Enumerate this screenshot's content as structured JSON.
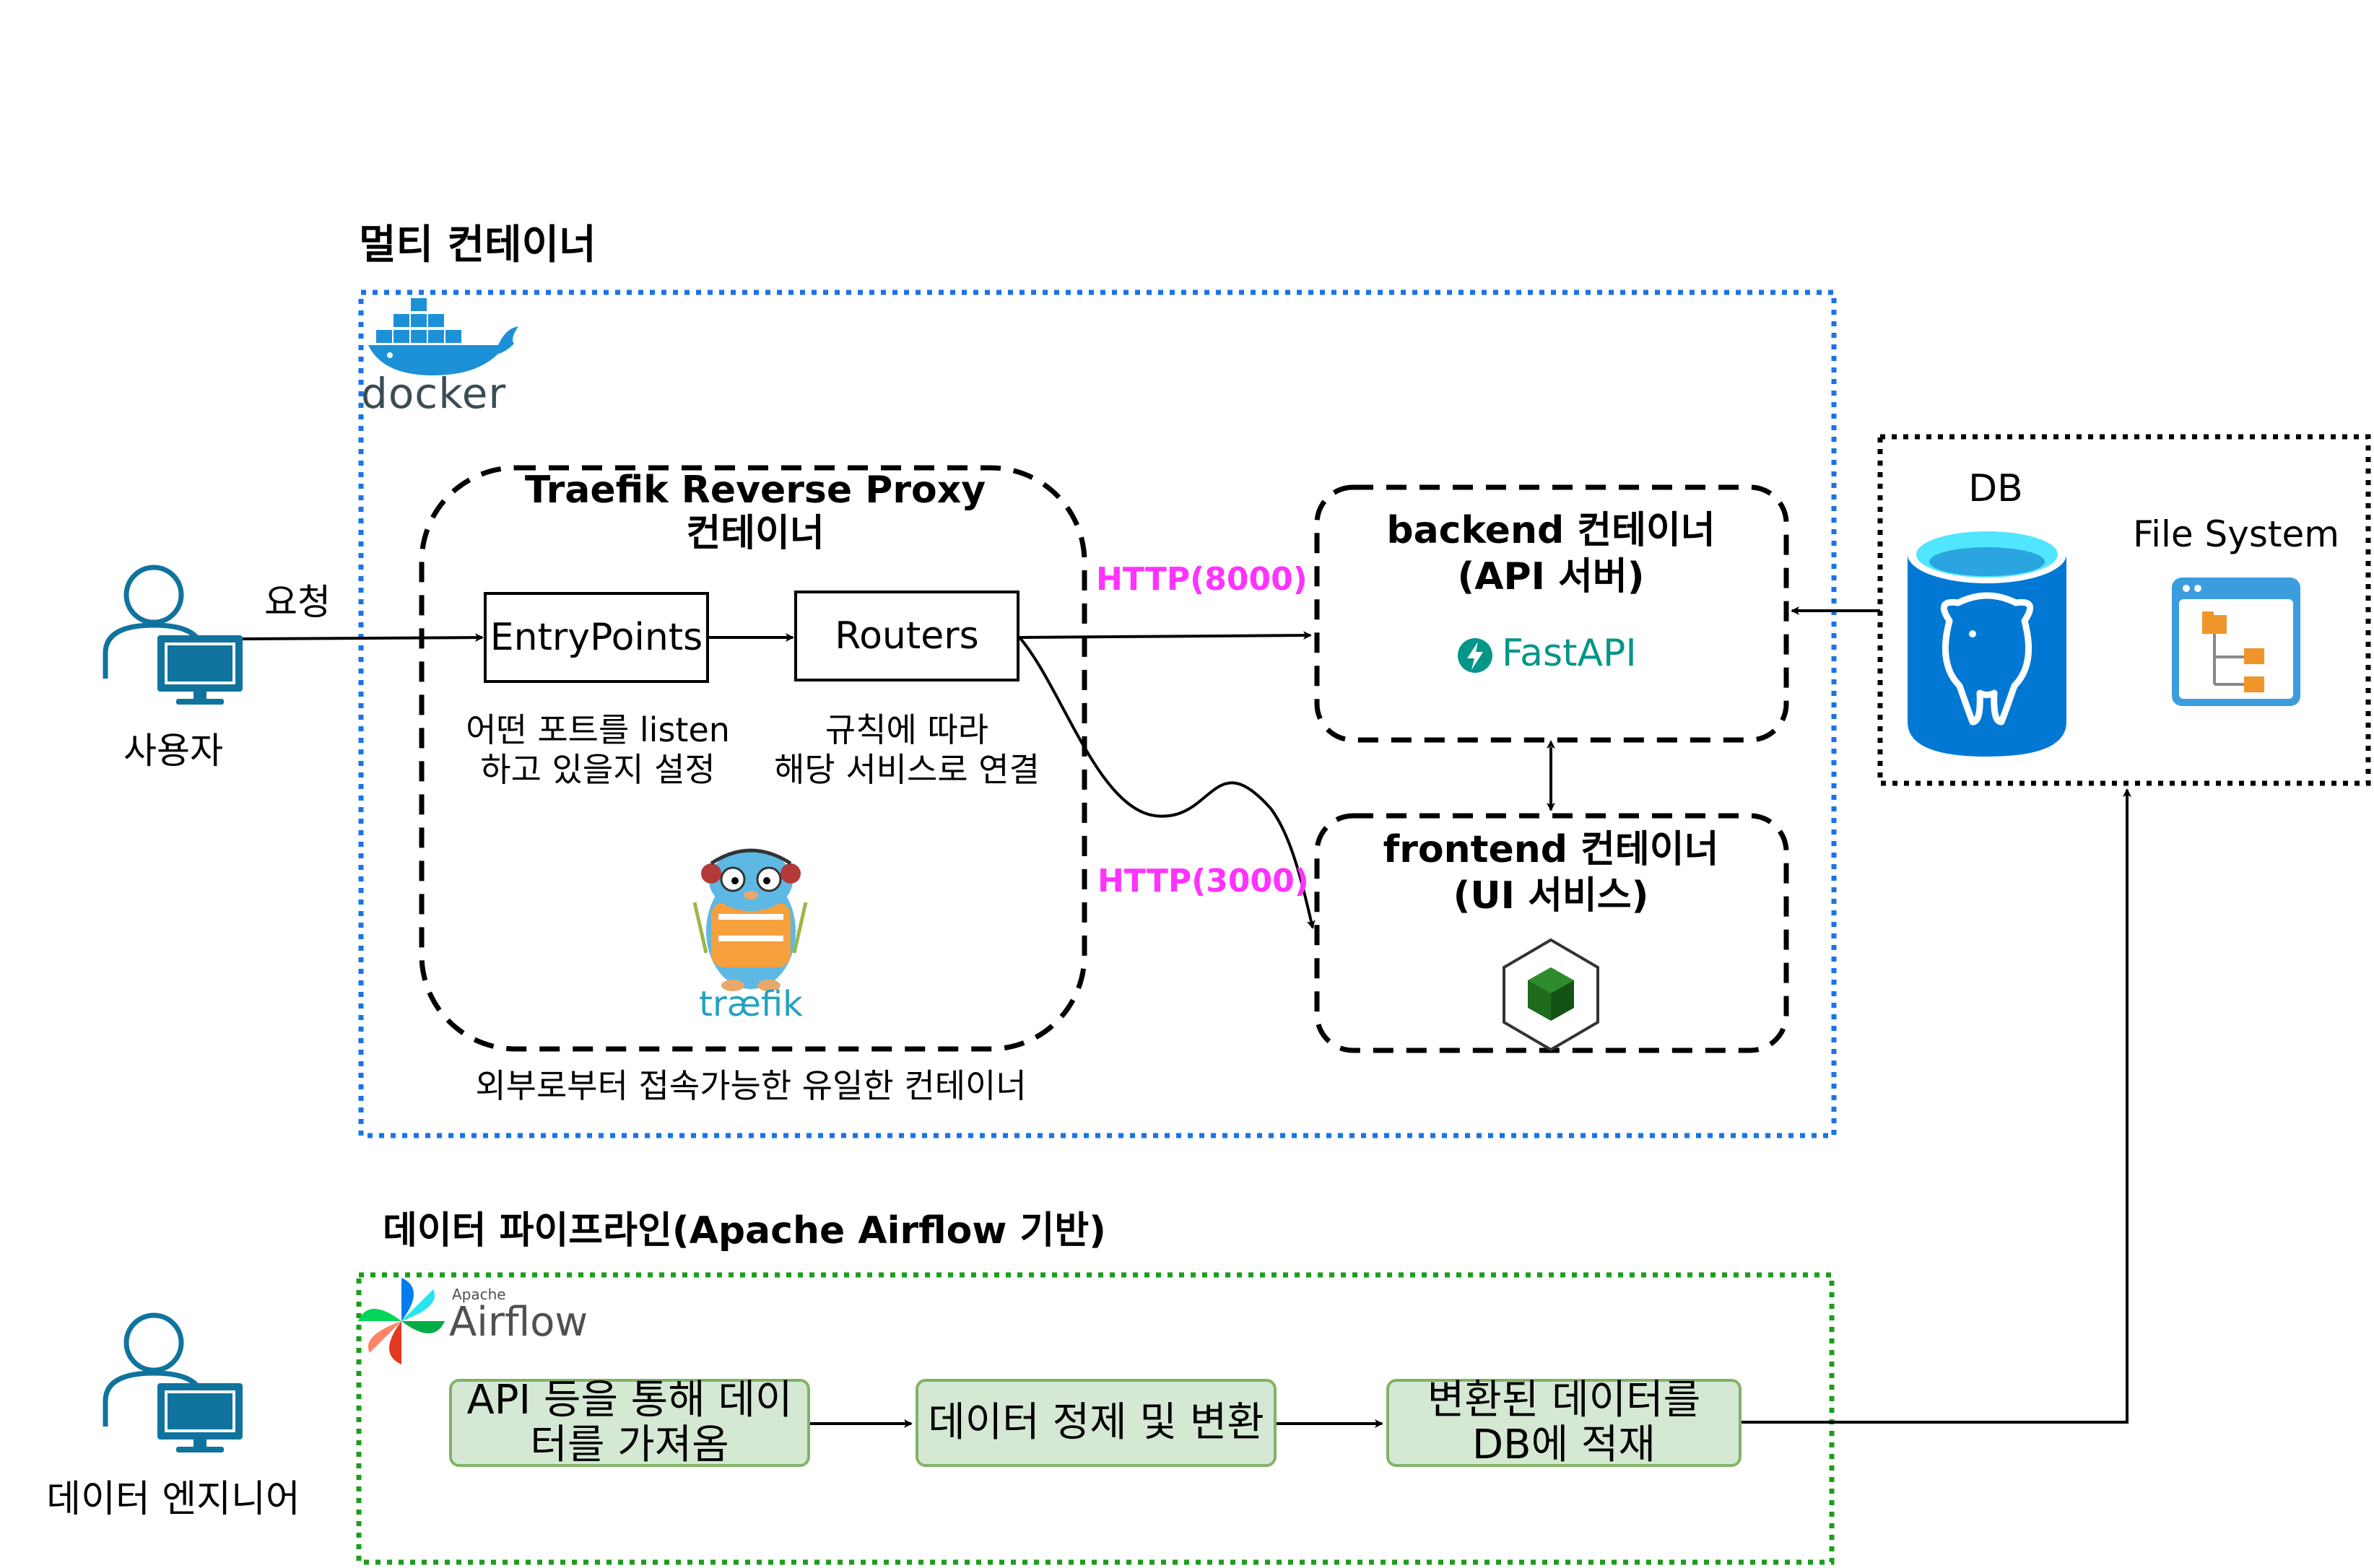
{
  "multi_container": {
    "title": "멀티 컨테이너",
    "docker_logo_text": "docker"
  },
  "traefik": {
    "title_line1": "Traefik Reverse Proxy",
    "title_line2": "컨테이너",
    "entrypoints_label": "EntryPoints",
    "routers_label": "Routers",
    "entrypoints_desc_line1": "어떤 포트를 listen",
    "entrypoints_desc_line2": "하고 있을지 설정",
    "routers_desc_line1": "규칙에 따라",
    "routers_desc_line2": "해당 서비스로 연결",
    "logo_text": "træfik",
    "footer": "외부로부터 접속가능한 유일한 컨테이너"
  },
  "backend": {
    "title_line1": "backend 컨테이너",
    "title_line2": "(API 서버)",
    "logo_text": "FastAPI",
    "http_label": "HTTP(8000)"
  },
  "frontend": {
    "title_line1": "frontend 컨테이너",
    "title_line2": "(UI 서비스)",
    "http_label": "HTTP(3000)"
  },
  "user": {
    "label": "사용자",
    "request_label": "요청"
  },
  "storage": {
    "db_label": "DB",
    "fs_label": "File System"
  },
  "pipeline": {
    "title": "데이터 파이프라인(Apache Airflow 기반)",
    "logo_small": "Apache",
    "logo_text": "Airflow",
    "step1": "API 등을 통해 데이터를 가져옴",
    "step2": "데이터 정제 및 변환",
    "step3": "변환된 데이터를 DB에 적재",
    "engineer_label": "데이터 엔지니어"
  },
  "colors": {
    "docker_border": "#1a73e8",
    "airflow_border": "#1a9e1a",
    "http_label": "#ff33ff",
    "step_fill": "#d5e8d4",
    "step_border": "#82b366",
    "user_icon": "#10739e",
    "db_blue": "#0078d4",
    "fastapi": "#049688"
  }
}
